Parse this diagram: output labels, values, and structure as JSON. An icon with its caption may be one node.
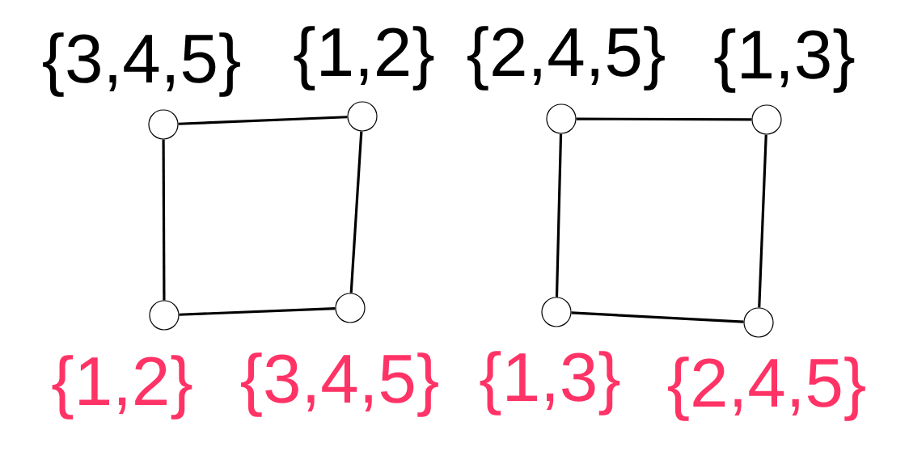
{
  "diagram": {
    "nodes": [
      {
        "text": [],
        "shape": "circle",
        "beside": [
          "{3,4,5}"
        ]
      },
      {
        "text": [],
        "shape": "circle",
        "beside": [
          "{1,2}"
        ]
      },
      {
        "text": [],
        "shape": "circle",
        "beside": [
          "{2,4,5}"
        ]
      },
      {
        "text": [],
        "shape": "circle",
        "beside": [
          "{1,3}"
        ]
      },
      {
        "text": [],
        "shape": "circle",
        "beside": [
          "{1,2}"
        ]
      },
      {
        "text": [],
        "shape": "circle",
        "beside": [
          "{3,4,5}"
        ]
      },
      {
        "text": [],
        "shape": "circle",
        "beside": [
          "{1,3}"
        ]
      },
      {
        "text": [],
        "shape": "circle",
        "beside": [
          "{2,4,5}"
        ]
      }
    ],
    "edges": [
      {
        "from": 0,
        "to": 1,
        "arrow": "none"
      },
      {
        "from": 0,
        "to": 4,
        "arrow": "none"
      },
      {
        "from": 1,
        "to": 5,
        "arrow": "none"
      },
      {
        "from": 4,
        "to": 5,
        "arrow": "none"
      },
      {
        "from": 2,
        "to": 3,
        "arrow": "none"
      },
      {
        "from": 2,
        "to": 6,
        "arrow": "none"
      },
      {
        "from": 3,
        "to": 7,
        "arrow": "none"
      },
      {
        "from": 6,
        "to": 7,
        "arrow": "none"
      }
    ]
  }
}
